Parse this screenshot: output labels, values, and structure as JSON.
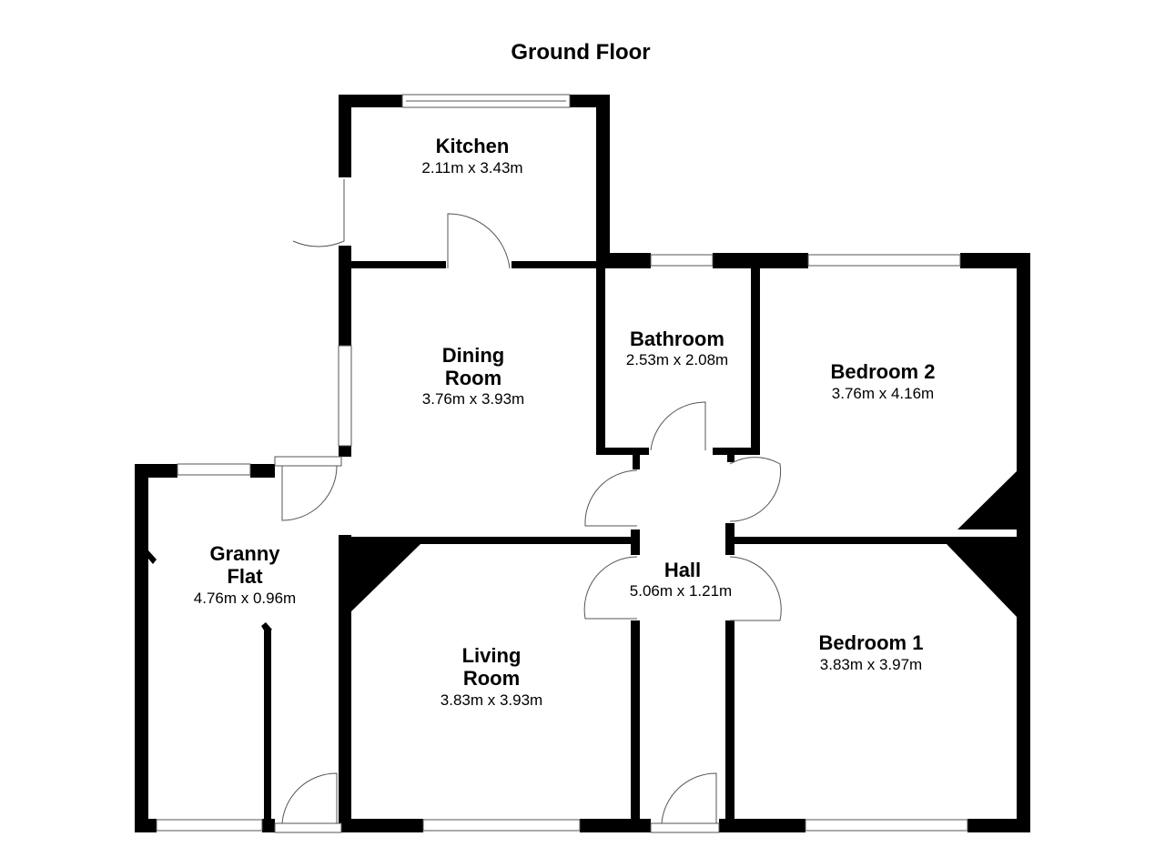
{
  "title": "Ground Floor",
  "rooms": {
    "kitchen": {
      "name": "Kitchen",
      "dims": "2.11m x 3.43m"
    },
    "dining": {
      "name_line1": "Dining",
      "name_line2": "Room",
      "dims": "3.76m x 3.93m"
    },
    "bathroom": {
      "name": "Bathroom",
      "dims": "2.53m x 2.08m"
    },
    "bedroom2": {
      "name": "Bedroom 2",
      "dims": "3.76m x 4.16m"
    },
    "granny": {
      "name_line1": "Granny",
      "name_line2": "Flat",
      "dims": "4.76m x 0.96m"
    },
    "hall": {
      "name": "Hall",
      "dims": "5.06m x 1.21m"
    },
    "living": {
      "name_line1": "Living",
      "name_line2": "Room",
      "dims": "3.83m x 3.93m"
    },
    "bedroom1": {
      "name": "Bedroom 1",
      "dims": "3.83m x 3.97m"
    }
  }
}
